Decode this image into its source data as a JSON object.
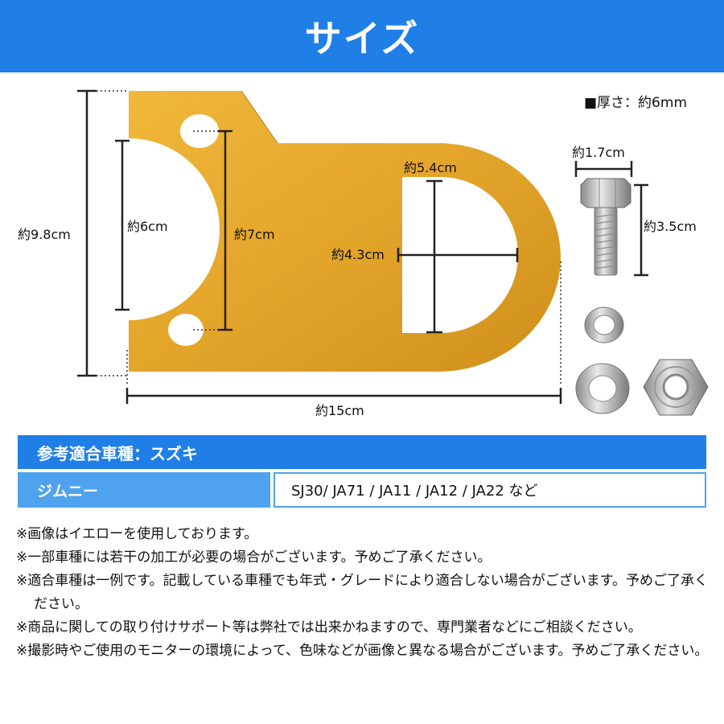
{
  "header": {
    "title": "サイズ"
  },
  "thickness": "■厚さ：約6mm",
  "dimensions": {
    "height": "約9.8cm",
    "arc": "約6cm",
    "hole_spacing": "約7cm",
    "slot_length": "約5.4cm",
    "slot_width": "約4.3cm",
    "width": "約15cm",
    "bolt_diameter": "約1.7cm",
    "bolt_length": "約3.5cm"
  },
  "colors": {
    "accent": "#1f7fe6",
    "accent_light": "#4fa3ee",
    "plate": "#e1a42a"
  },
  "compatibility": {
    "header": "参考適合車種：スズキ",
    "maker": "ジムニー",
    "models": "SJ30/  JA71 / JA11 / JA12 / JA22 など"
  },
  "notes": [
    "※画像はイエローを使用しております。",
    "※一部車種には若干の加工が必要の場合がございます。予めご了承ください。",
    "※適合車種は一例です。記載している車種でも年式・グレードにより適合しない場合がございます。予めご了承ください。",
    "※商品に関しての取り付けサポート等は弊社では出来かねますので、専門業者などにご相談ください。",
    "※撮影時やご使用のモニターの環境によって、色味などが画像と異なる場合がございます。予めご了承ください。"
  ]
}
